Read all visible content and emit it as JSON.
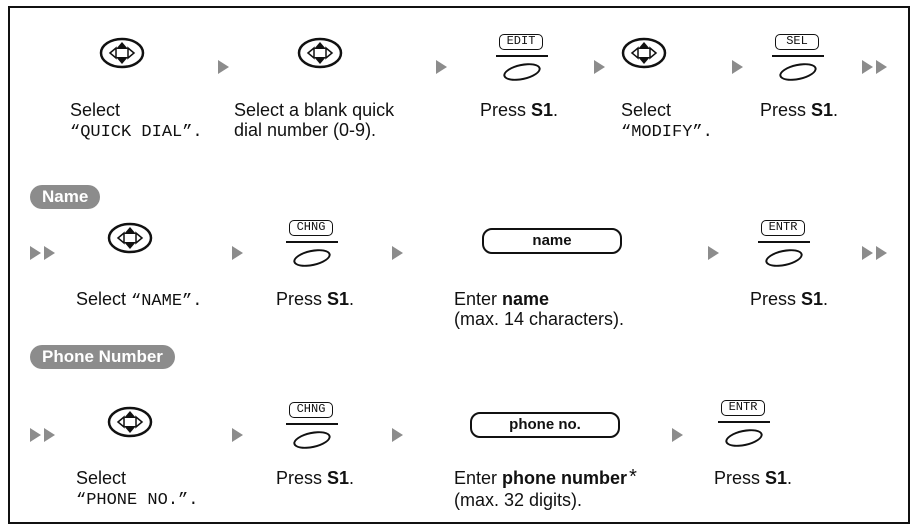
{
  "row1": {
    "captions": {
      "select_prefix": "Select",
      "quick_dial": "“QUICK DIAL”.",
      "blank_line1": "Select a blank quick",
      "blank_line2": "dial number (0-9).",
      "press1": "Press ",
      "s1": "S1",
      "period": ".",
      "select_modify_prefix": "Select",
      "modify": "“MODIFY”.",
      "press2": "Press ",
      "s1b": "S1",
      "period2": "."
    },
    "keys": {
      "edit": "EDIT",
      "sel": "SEL"
    }
  },
  "name_section": {
    "tag": "Name",
    "field": "name",
    "keys": {
      "chng": "CHNG",
      "entr": "ENTR"
    },
    "captions": {
      "select": "Select ",
      "name_value": "“NAME”.",
      "press": "Press ",
      "s1": "S1",
      "period": ".",
      "enter": "Enter ",
      "enter_bold": "name",
      "enter_line2": "(max. 14 characters).",
      "press2": "Press ",
      "s1b": "S1",
      "period2": "."
    }
  },
  "phone_section": {
    "tag": "Phone Number",
    "field": "phone no.",
    "keys": {
      "chng": "CHNG",
      "entr": "ENTR"
    },
    "captions": {
      "select": "Select",
      "phone_value": "“PHONE NO.”.",
      "press": "Press ",
      "s1": "S1",
      "period": ".",
      "enter": "Enter ",
      "enter_bold": "phone number",
      "star": "*",
      "enter_line2": "(max. 32 digits).",
      "press2": "Press ",
      "s1b": "S1",
      "period2": "."
    }
  }
}
